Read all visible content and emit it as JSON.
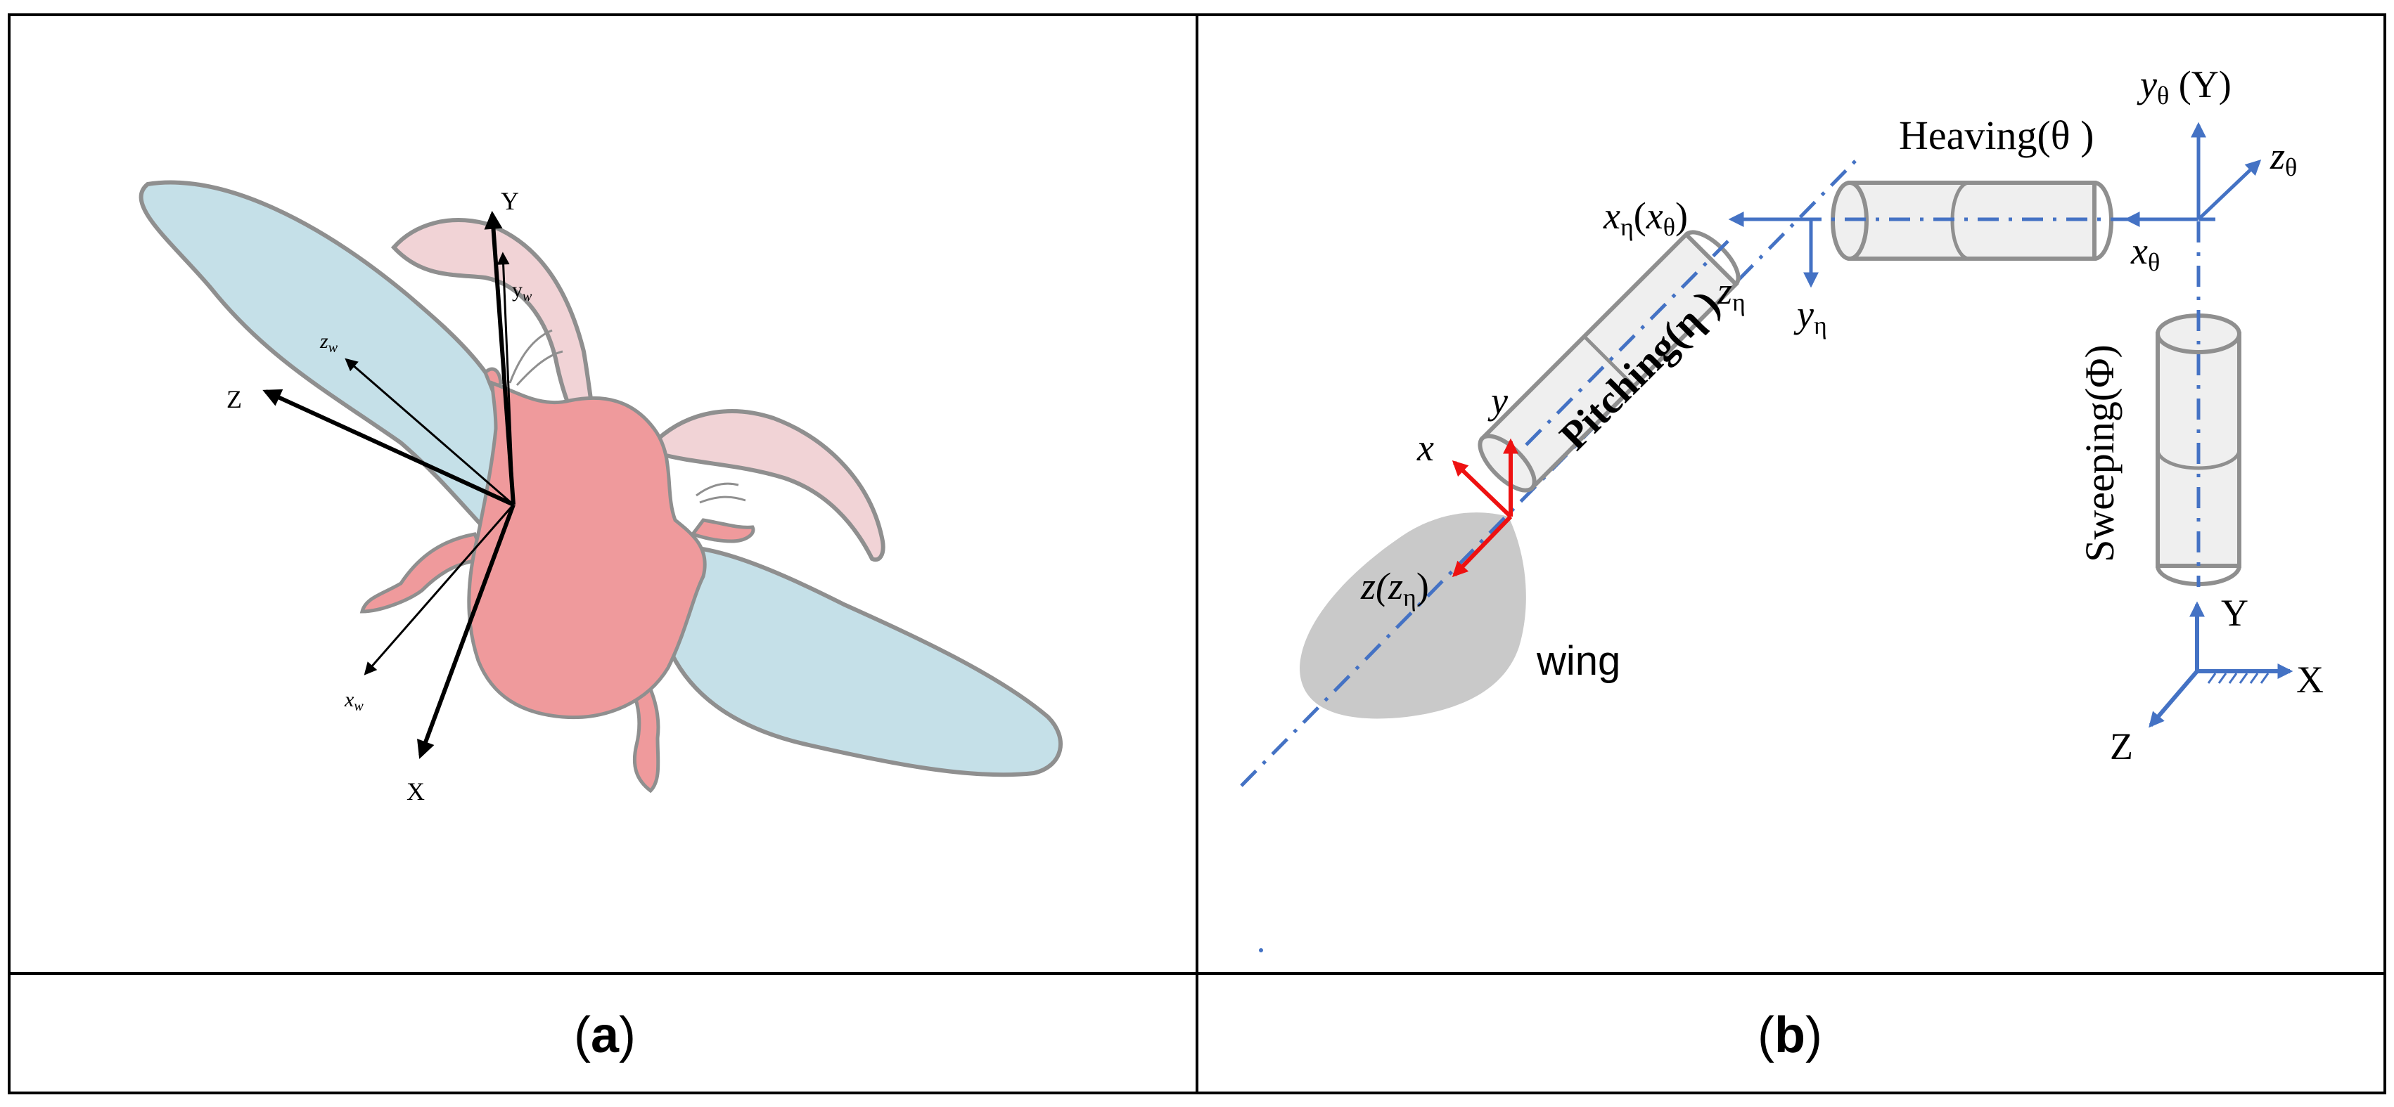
{
  "panel_a": {
    "caption_open": "(",
    "caption_letter": "a",
    "caption_close": ")",
    "axes": {
      "Y": "Y",
      "yw_base": "y",
      "yw_sub": "w",
      "zw_base": "z",
      "zw_sub": "w",
      "Z": "Z",
      "xw_base": "x",
      "xw_sub": "w",
      "X": "X"
    }
  },
  "panel_b": {
    "caption_open": "(",
    "caption_letter": "b",
    "caption_close": ")",
    "heaving": "Heaving(θ )",
    "pitching": "Pitching(η )",
    "sweeping": "Sweeping(Φ)",
    "wing": "wing",
    "y_theta_base": "y",
    "y_theta_sub": "θ",
    "y_theta_paren": " (Y)",
    "z_theta_base": "z",
    "z_theta_sub": "θ",
    "x_theta_base": "x",
    "x_theta_sub": "θ",
    "x_eta_base": "x",
    "x_eta_sub": "η",
    "x_eta_paren_open": "(",
    "x_eta_paren_base": "x",
    "x_eta_paren_sub": "θ",
    "x_eta_paren_close": ")",
    "z_eta_base": "z",
    "z_eta_sub": "η",
    "y_eta_base": "y",
    "y_eta_sub": "η",
    "x_red": "x",
    "y_red": "y",
    "z_red_base": "z(z",
    "z_red_sub": "η",
    "z_red_close": ")",
    "ground_Y": "Y",
    "ground_X": "X",
    "ground_Z": "Z"
  },
  "colors": {
    "wing_blue": "#c5e0e8",
    "body_red": "#ef9a9c",
    "hindwing_pink": "#f1d3d6",
    "outline_gray": "#8f8f8f",
    "axis_blue": "#4472c4",
    "axis_red": "#ee1111",
    "wing_gray": "#c9c9c9",
    "cylinder_fill": "#efefef"
  }
}
